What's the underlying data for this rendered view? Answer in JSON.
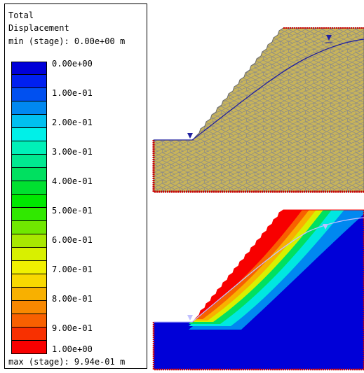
{
  "legend": {
    "title_line1": "Total",
    "title_line2": "Displacement",
    "min_label": "min (stage): 0.00e+00 m",
    "max_label": "max (stage): 9.94e-01 m",
    "ticks": [
      "0.00e+00",
      "1.00e-01",
      "2.00e-01",
      "3.00e-01",
      "4.00e-01",
      "5.00e-01",
      "6.00e-01",
      "7.00e-01",
      "8.00e-01",
      "9.00e-01",
      "1.00e+00"
    ],
    "colors": [
      "#0000d8",
      "#0020f0",
      "#0050f0",
      "#0088f0",
      "#00c0f0",
      "#00f0e8",
      "#00f0b8",
      "#00e890",
      "#00e060",
      "#00e030",
      "#00e800",
      "#30e800",
      "#70e800",
      "#a8e800",
      "#d8f000",
      "#f0f000",
      "#f8d800",
      "#f8b000",
      "#f88800",
      "#f86000",
      "#f83000",
      "#f80000"
    ]
  },
  "colors": {
    "mesh_fill": "#c8b45a",
    "mesh_line": "#8a8a8a",
    "boundary": "#d00000",
    "water_table": "#2020a0",
    "background_contour": "#0000d8"
  },
  "icons": {
    "water_marker": "inverted-triangle-icon"
  }
}
